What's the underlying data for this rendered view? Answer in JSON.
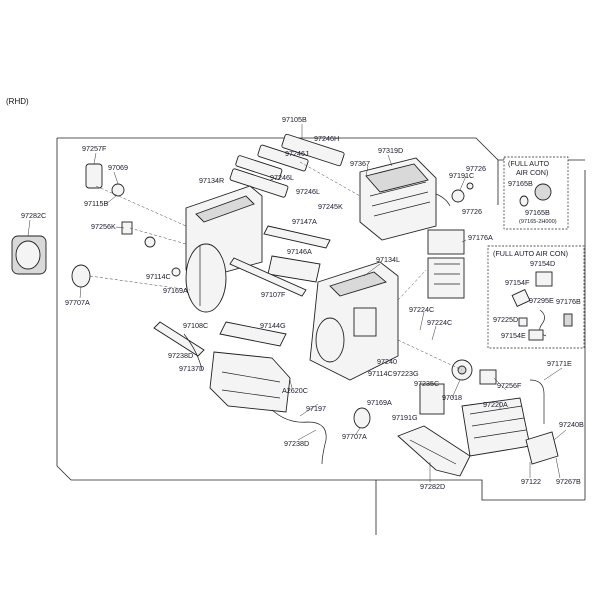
{
  "corner_note": "(RHD)",
  "callouts": {
    "c97105B": "97105B",
    "c97246H": "97246H",
    "c97246J": "97246J",
    "c97246L_a": "97246L",
    "c97246L_b": "97246L",
    "c97245K": "97245K",
    "c97319D": "97319D",
    "c97367": "97367",
    "c97726_a": "97726",
    "c97726_b": "97726",
    "c97191C": "97191C",
    "c97257F": "97257F",
    "c97069": "97069",
    "c97115B": "97115B",
    "c97256K": "97256K",
    "c97134R": "97134R",
    "c97147A": "97147A",
    "c97176A": "97176A",
    "c97282C": "97282C",
    "c97146A": "97146A",
    "c97134L": "97134L",
    "c97114C_a": "97114C",
    "c97169A_a": "97169A",
    "c97707A_a": "97707A",
    "c97107F": "97107F",
    "c97144G": "97144G",
    "c97108C": "97108C",
    "c97224C_a": "97224C",
    "c97224C_b": "97224C",
    "c97238D_a": "97238D",
    "c97137D": "97137D",
    "c97240": "97240",
    "c97114C_b": "97114C",
    "c97223G": "97223G",
    "c97235C": "97235C",
    "c97018": "97018",
    "c97256F": "97256F",
    "c97171E": "97171E",
    "cA2620C": "A2620C",
    "c97169A_b": "97169A",
    "c97220A": "97220A",
    "c97197": "97197",
    "c97191G": "97191G",
    "c97707A_b": "97707A",
    "c97238D_b": "97238D",
    "c97240B": "97240B",
    "c97122": "97122",
    "c97267B": "97267B",
    "c97282D": "97282D",
    "c97225D": "97225D",
    "c97154E": "97154E"
  },
  "full_auto_box_1": {
    "title_line1": "(FULL AUTO",
    "title_line2": "AIR CON)",
    "c97165B_a": "97165B",
    "c97165B_b": "97165B",
    "note": "(97165-2H000)"
  },
  "full_auto_box_2": {
    "title": "(FULL AUTO AIR CON)",
    "c97154D": "97154D",
    "c97154F": "97154F",
    "c97295E": "97295E",
    "c97176B": "97176B"
  }
}
